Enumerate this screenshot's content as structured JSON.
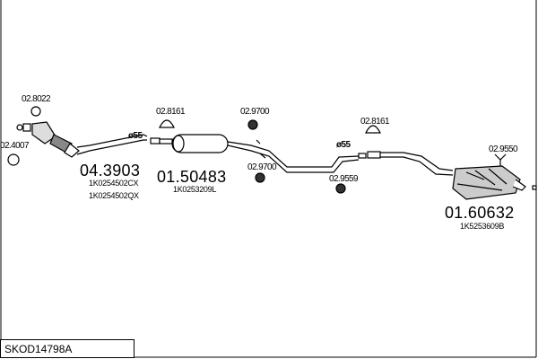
{
  "diagram_title": "SKOD14798A",
  "parts": [
    {
      "number": "04.3903",
      "refs": [
        "1K0254502CX",
        "1K0254502QX"
      ]
    },
    {
      "number": "01.50483",
      "refs": [
        "1K0253209L"
      ]
    },
    {
      "number": "01.60632",
      "refs": [
        "1K5253609B"
      ]
    }
  ],
  "accessories": [
    "02.8022",
    "02.4007",
    "02.8161",
    "02.9700",
    "02.9700",
    "02.8161",
    "02.9559",
    "02.9550"
  ],
  "pipe_diameters": [
    "ø55",
    "ø55"
  ]
}
